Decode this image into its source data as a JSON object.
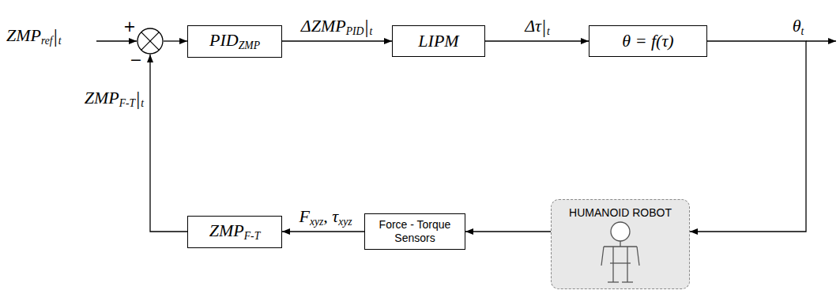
{
  "diagram": {
    "nodes": [
      {
        "text": [
          "+",
          "−"
        ]
      },
      {
        "text": [
          "PIDZMP"
        ]
      },
      {
        "text": [
          "LIPM"
        ]
      },
      {
        "text": [
          "θ = f(τ)"
        ]
      },
      {
        "text": [
          "ZMPF-T"
        ]
      },
      {
        "text": [
          "Force - Torque Sensors"
        ]
      },
      {
        "text": [
          "HUMANOID ROBOT"
        ]
      }
    ],
    "edges": [
      {
        "from": 0,
        "to": 1,
        "arrow": "to"
      },
      {
        "from": 1,
        "to": 2,
        "arrow": "to",
        "label": "ΔZMPPID|t"
      },
      {
        "from": 2,
        "to": 3,
        "arrow": "to",
        "label": "Δτ|t"
      },
      {
        "from": 3,
        "to": 6,
        "arrow": "to"
      },
      {
        "from": 6,
        "to": 5,
        "arrow": "to"
      },
      {
        "from": 5,
        "to": 4,
        "arrow": "to",
        "label": "Fxyz, τxyz"
      },
      {
        "from": 4,
        "to": 0,
        "arrow": "to",
        "label": "ZMPF-T|t"
      }
    ],
    "labels": [
      "ZMPref|t",
      "θt"
    ]
  }
}
